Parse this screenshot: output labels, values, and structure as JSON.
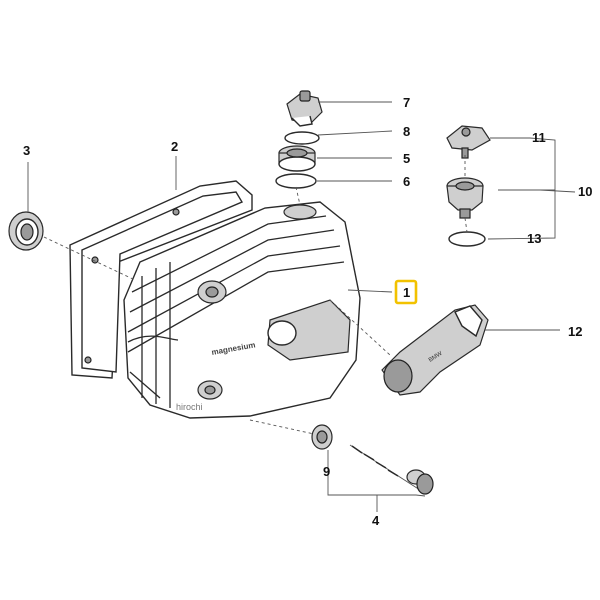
{
  "diagram": {
    "callouts": [
      {
        "id": "c1",
        "label": "1",
        "highlighted": true
      },
      {
        "id": "c2",
        "label": "2"
      },
      {
        "id": "c3",
        "label": "3"
      },
      {
        "id": "c4",
        "label": "4"
      },
      {
        "id": "c5",
        "label": "5"
      },
      {
        "id": "c6",
        "label": "6"
      },
      {
        "id": "c7",
        "label": "7"
      },
      {
        "id": "c8",
        "label": "8"
      },
      {
        "id": "c9",
        "label": "9"
      },
      {
        "id": "c10",
        "label": "10"
      },
      {
        "id": "c11",
        "label": "11"
      },
      {
        "id": "c12",
        "label": "12"
      },
      {
        "id": "c13",
        "label": "13"
      }
    ],
    "cover_text": "magnesium",
    "watermark": "hirochi",
    "guard_text": "BMW",
    "highlight_color": "#f2c200"
  }
}
